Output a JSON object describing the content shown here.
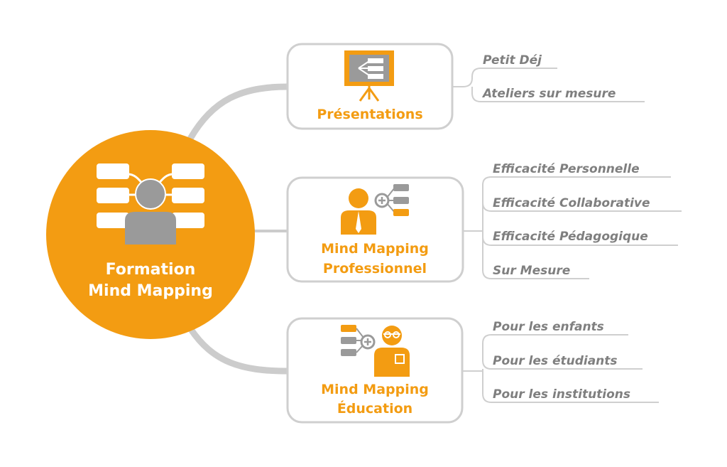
{
  "colors": {
    "orange": "#f39c12",
    "gray": "#9a9a9a",
    "line": "#cccccc",
    "leaf_text": "#7f7f7f"
  },
  "center": {
    "line1": "Formation",
    "line2": "Mind Mapping",
    "icon": "mind-map-person-icon"
  },
  "branches": [
    {
      "title_lines": [
        "Présentations"
      ],
      "icon": "presentation-board-icon",
      "leaves": [
        "Petit Déj",
        "Ateliers sur mesure"
      ]
    },
    {
      "title_lines": [
        "Mind Mapping",
        "Professionnel"
      ],
      "icon": "businessman-mindmap-icon",
      "leaves": [
        "Efficacité Personnelle",
        "Efficacité Collaborative",
        "Efficacité Pédagogique",
        "Sur Mesure"
      ]
    },
    {
      "title_lines": [
        "Mind Mapping",
        "Éducation"
      ],
      "icon": "student-mindmap-icon",
      "leaves": [
        "Pour les enfants",
        "Pour les étudiants",
        "Pour les institutions"
      ]
    }
  ]
}
